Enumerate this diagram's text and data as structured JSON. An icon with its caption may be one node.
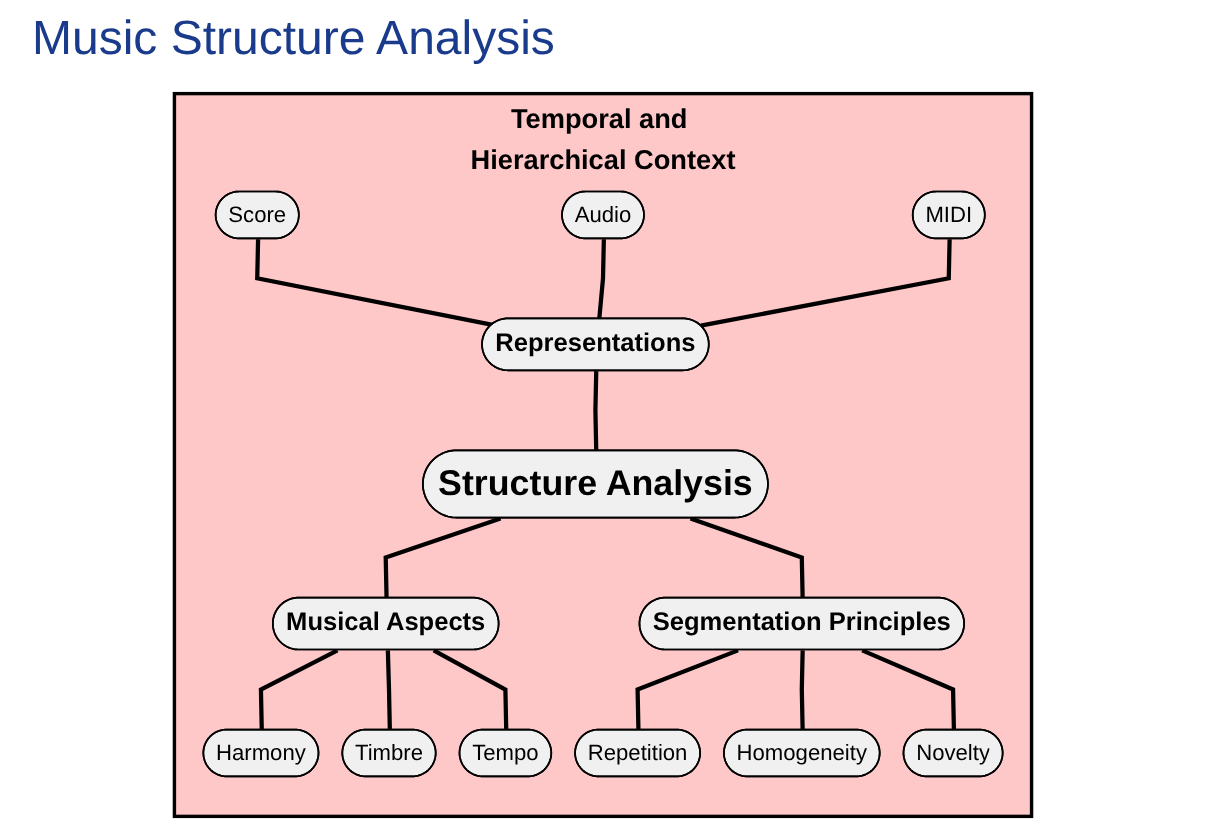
{
  "diagram": {
    "title": "Music Structure Analysis",
    "nodes": [
      {
        "text": [
          "Temporal and Hierarchical Context"
        ]
      },
      {
        "text": [
          "Score"
        ],
        "in": 0
      },
      {
        "text": [
          "Audio"
        ],
        "in": 0
      },
      {
        "text": [
          "MIDI"
        ],
        "in": 0
      },
      {
        "text": [
          "Representations"
        ],
        "in": 0
      },
      {
        "text": [
          "Structure Analysis"
        ],
        "in": 0
      },
      {
        "text": [
          "Musical Aspects"
        ],
        "in": 0
      },
      {
        "text": [
          "Segmentation Principles"
        ],
        "in": 0
      },
      {
        "text": [
          "Harmony"
        ],
        "in": 0
      },
      {
        "text": [
          "Timbre"
        ],
        "in": 0
      },
      {
        "text": [
          "Tempo"
        ],
        "in": 0
      },
      {
        "text": [
          "Repetition"
        ],
        "in": 0
      },
      {
        "text": [
          "Homogeneity"
        ],
        "in": 0
      },
      {
        "text": [
          "Novelty"
        ],
        "in": 0
      }
    ],
    "edges": [
      {
        "from": 1,
        "to": 4,
        "arrow": "none"
      },
      {
        "from": 2,
        "to": 4,
        "arrow": "none"
      },
      {
        "from": 3,
        "to": 4,
        "arrow": "none"
      },
      {
        "from": 4,
        "to": 5,
        "arrow": "none"
      },
      {
        "from": 5,
        "to": 6,
        "arrow": "none"
      },
      {
        "from": 5,
        "to": 7,
        "arrow": "none"
      },
      {
        "from": 6,
        "to": 8,
        "arrow": "none"
      },
      {
        "from": 6,
        "to": 9,
        "arrow": "none"
      },
      {
        "from": 6,
        "to": 10,
        "arrow": "none"
      },
      {
        "from": 7,
        "to": 11,
        "arrow": "none"
      },
      {
        "from": 7,
        "to": 12,
        "arrow": "none"
      },
      {
        "from": 7,
        "to": 13,
        "arrow": "none"
      }
    ]
  }
}
